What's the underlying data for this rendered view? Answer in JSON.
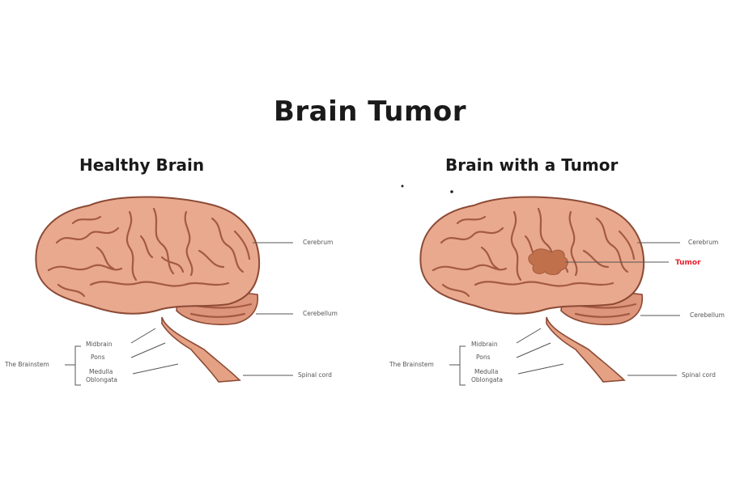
{
  "title": "Brain Tumor",
  "panels": [
    {
      "title": "Healthy Brain",
      "labels": {
        "cerebrum": "Cerebrum",
        "cerebellum": "Cerebellum",
        "spinal_cord": "Spinal cord",
        "brainstem": "The Brainstem",
        "midbrain": "Midbrain",
        "pons": "Pons",
        "medulla_1": "Medulla",
        "medulla_2": "Oblongata"
      }
    },
    {
      "title": "Brain with a Tumor",
      "labels": {
        "cerebrum": "Cerebrum",
        "tumor": "Tumor",
        "cerebellum": "Cerebellum",
        "spinal_cord": "Spinal cord",
        "brainstem": "The Brainstem",
        "midbrain": "Midbrain",
        "pons": "Pons",
        "medulla_1": "Medulla",
        "medulla_2": "Oblongata"
      }
    }
  ],
  "colors": {
    "brain_fill": "#e9a98f",
    "brain_outline": "#8c4a35",
    "sulci": "#a45a42",
    "cerebellum": "#dd967b",
    "brainstem": "#e4a184",
    "tumor": "#c0714b",
    "tumor_label": "#e8202a"
  }
}
